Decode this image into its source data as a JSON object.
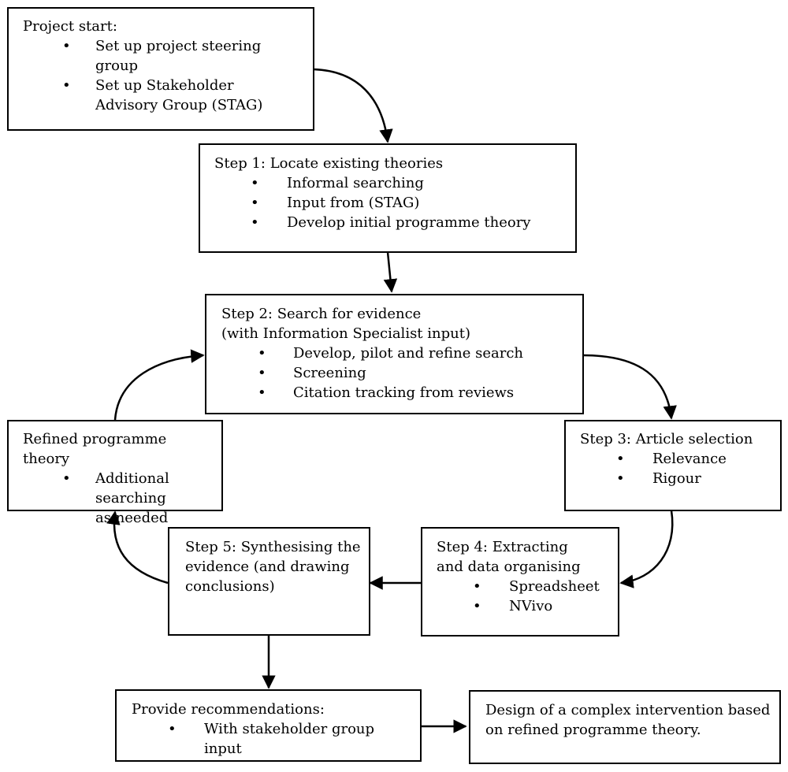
{
  "boxes": {
    "project_start": {
      "title": "Project start:",
      "items": [
        "Set up project steering group",
        "Set up Stakeholder Advisory Group (STAG)"
      ]
    },
    "step1": {
      "title": "Step 1: Locate existing theories",
      "items": [
        "Informal searching",
        "Input from (STAG)",
        "Develop initial programme theory"
      ]
    },
    "step2": {
      "title": "Step 2: Search for evidence\n(with Information Specialist input)",
      "items": [
        "Develop, pilot and refine search",
        "Screening",
        "Citation tracking from reviews"
      ]
    },
    "step3": {
      "title": "Step 3: Article selection",
      "items": [
        "Relevance",
        "Rigour"
      ]
    },
    "step4": {
      "title": "Step 4: Extracting and data organising",
      "items": [
        "Spreadsheet",
        "NVivo"
      ]
    },
    "step5": {
      "title": "Step 5: Synthesising the evidence (and drawing conclusions)",
      "items": []
    },
    "refined": {
      "title": "Refined programme theory",
      "items": [
        "Additional searching as needed"
      ]
    },
    "recommendations": {
      "title": "Provide recommendations:",
      "items": [
        "With stakeholder group input"
      ]
    },
    "design": {
      "title": "Design of a complex intervention based on refined programme theory.",
      "items": []
    }
  }
}
